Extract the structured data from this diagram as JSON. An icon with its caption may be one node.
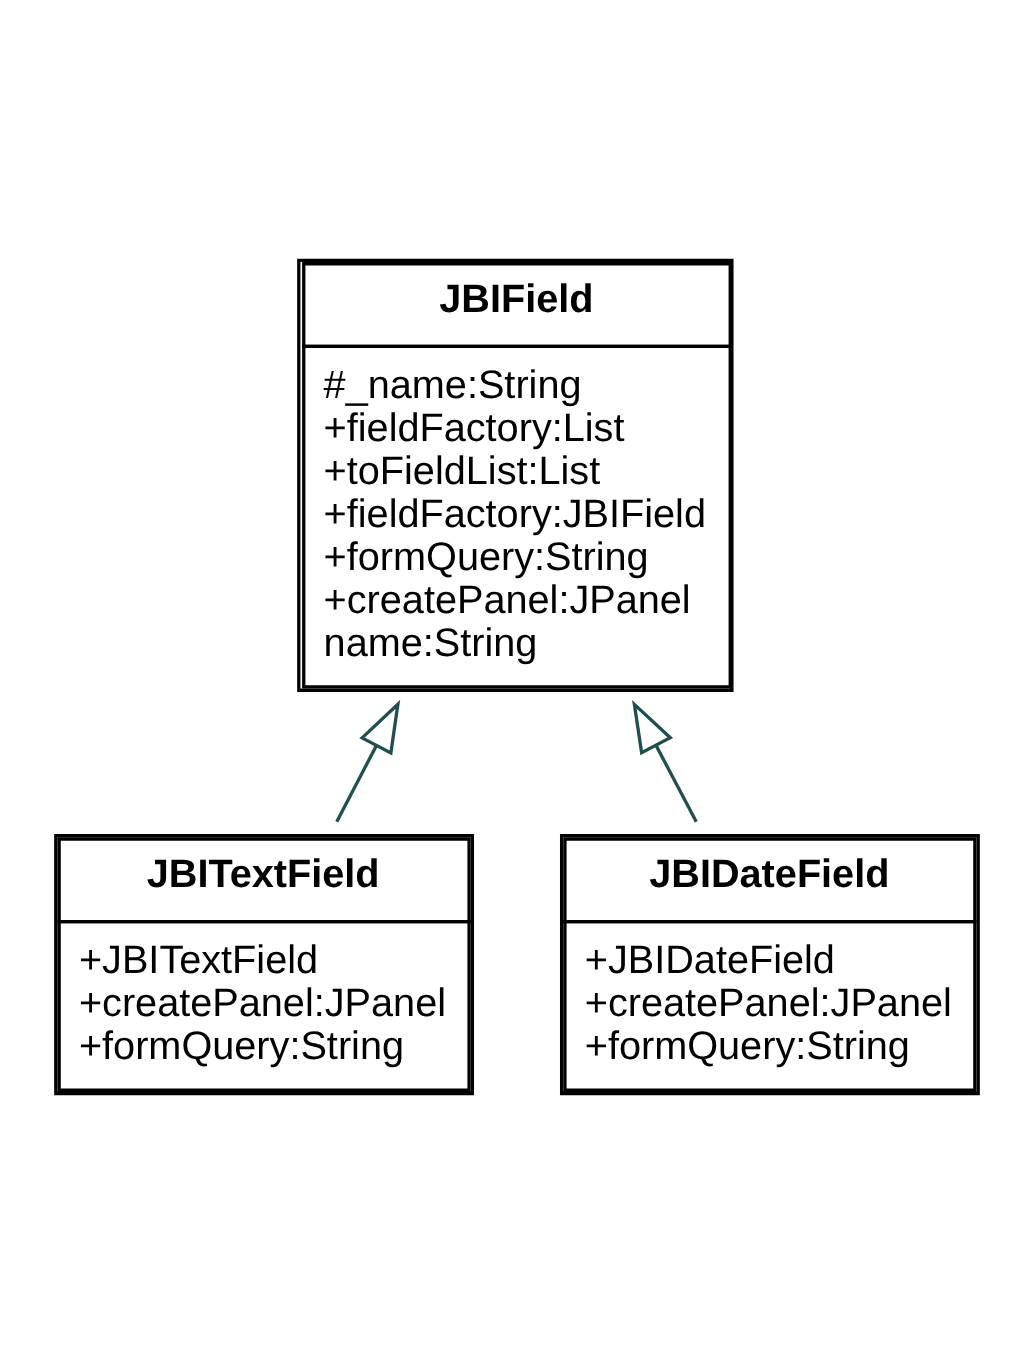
{
  "diagram": {
    "nodes": [
      {
        "text": [
          "JBIField",
          "#_name:String",
          "+fieldFactory:List",
          "+toFieldList:List",
          "+fieldFactory:JBIField",
          "+formQuery:String",
          "+createPanel:JPanel",
          "name:String"
        ]
      },
      {
        "text": [
          "JBITextField",
          "+JBITextField",
          "+createPanel:JPanel",
          "+formQuery:String"
        ]
      },
      {
        "text": [
          "JBIDateField",
          "+JBIDateField",
          "+createPanel:JPanel",
          "+formQuery:String"
        ]
      }
    ],
    "edges": [
      {
        "from": 1,
        "to": 0,
        "arrow": "to"
      },
      {
        "from": 2,
        "to": 0,
        "arrow": "to"
      }
    ]
  }
}
